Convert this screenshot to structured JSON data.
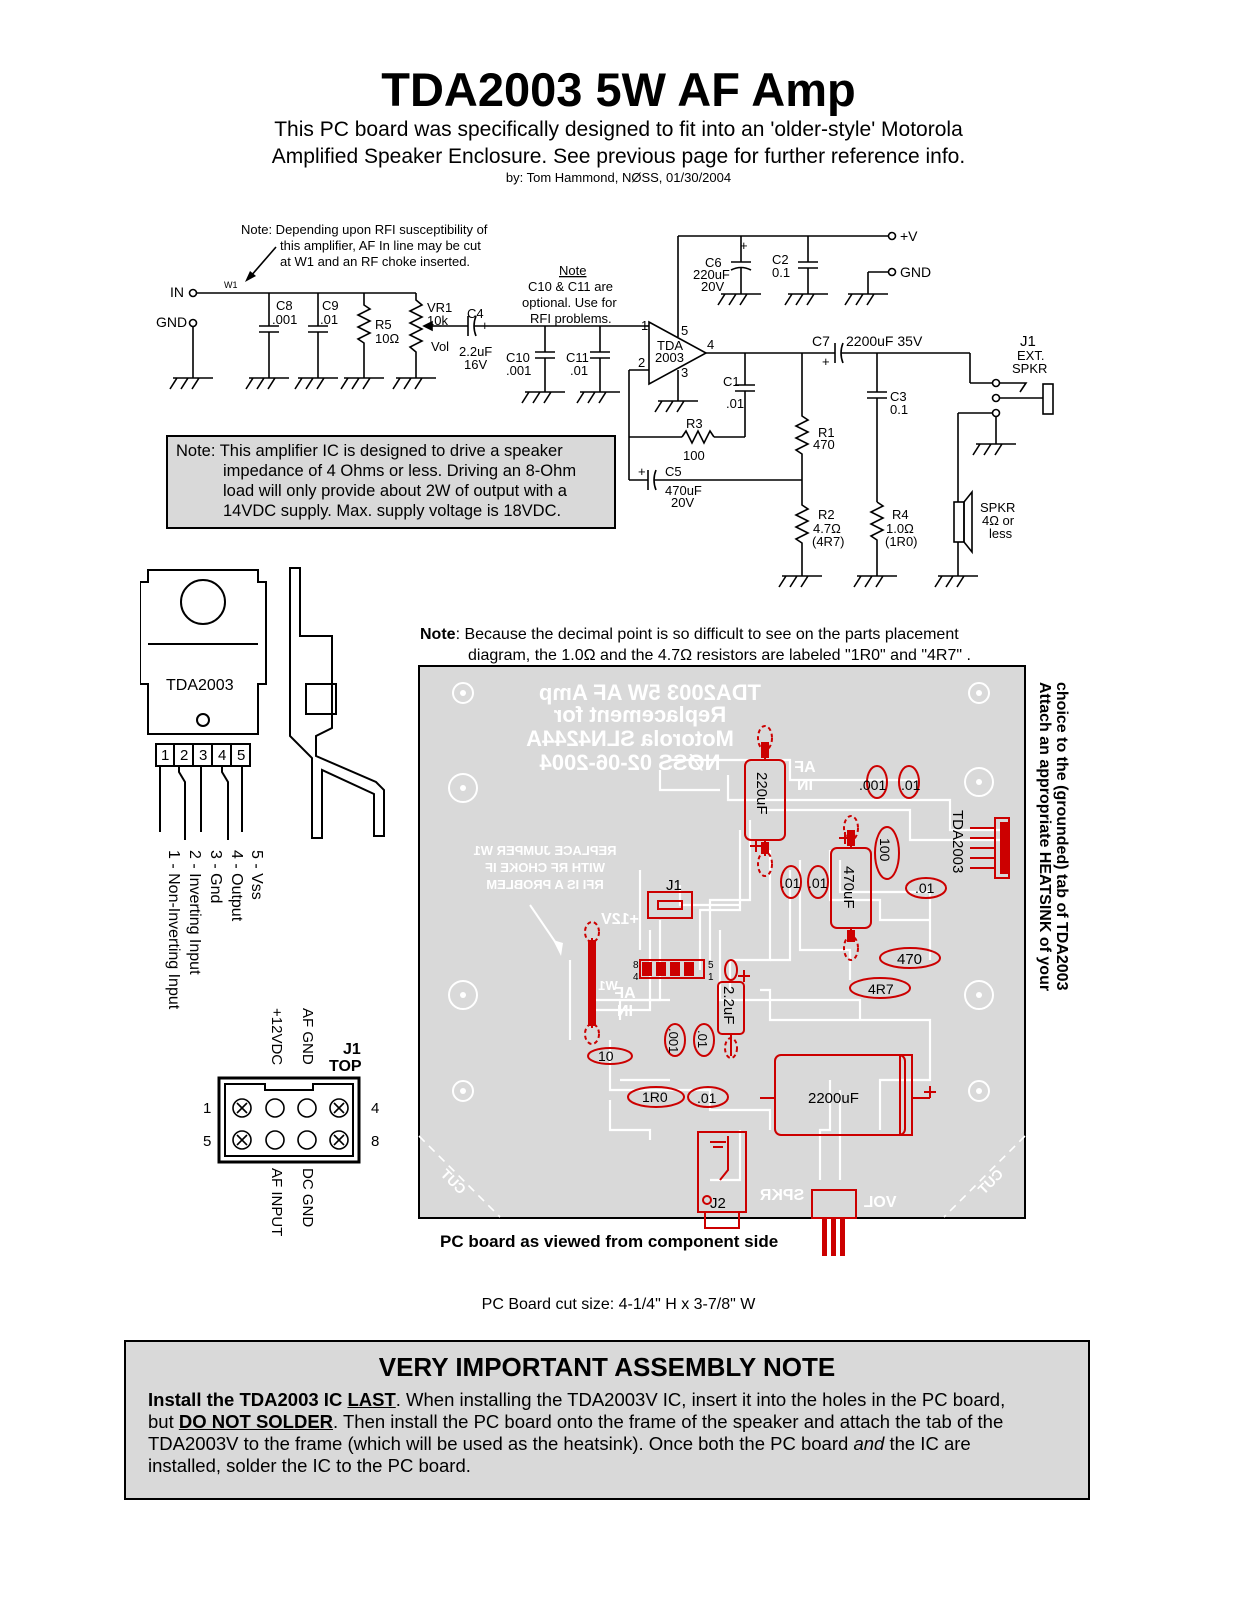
{
  "header": {
    "title": "TDA2003 5W AF Amp",
    "subtitle_line1": "This PC board was specifically designed to fit into an 'older-style'  Motorola",
    "subtitle_line2": "Amplified Speaker Enclosure. See previous page for further reference info.",
    "byline": "by: Tom Hammond, NØSS, 01/30/2004"
  },
  "schematic": {
    "rfi_note": [
      "Note: Depending upon RFI susceptibility of",
      "this amplifier, AF In line may be cut",
      "at W1 and an RF choke inserted."
    ],
    "in_label": "IN",
    "gnd_in_label": "GND",
    "w1": "W1",
    "c8": [
      "C8",
      ".001"
    ],
    "c9": [
      "C9",
      ".01"
    ],
    "r5": [
      "R5",
      "10Ω"
    ],
    "vr1": [
      "VR1",
      "10k",
      "Vol"
    ],
    "c4": [
      "C4",
      "2.2uF",
      "16V"
    ],
    "opt_note": [
      "Note",
      "C10 & C11 are",
      "optional. Use for",
      "RFI problems."
    ],
    "c10": [
      "C10",
      ".001"
    ],
    "c11": [
      "C11",
      ".01"
    ],
    "ic": [
      "TDA",
      "2003"
    ],
    "pins": [
      "1",
      "2",
      "3",
      "4",
      "5"
    ],
    "c6": [
      "C6",
      "220uF",
      "20V"
    ],
    "c2": [
      "C2",
      "0.1"
    ],
    "plus_v": "+V",
    "gnd_out": "GND",
    "c7": [
      "C7",
      "2200uF 35V"
    ],
    "c1": [
      "C1",
      ".01"
    ],
    "r3": [
      "R3",
      "100"
    ],
    "c5": [
      "C5",
      "470uF",
      "20V"
    ],
    "r1": [
      "R1",
      "470"
    ],
    "r2": [
      "R2",
      "4.7Ω",
      "(4R7)"
    ],
    "c3": [
      "C3",
      "0.1"
    ],
    "r4": [
      "R4",
      "1.0Ω",
      "(1R0)"
    ],
    "j1": [
      "J1",
      "EXT.",
      "SPKR"
    ],
    "spkr": [
      "SPKR",
      "4Ω or",
      "less"
    ],
    "plus": "+"
  },
  "impedance_note": {
    "line1": "Note: This amplifier IC is designed to drive a speaker",
    "line2": "impedance of 4 Ohms or less. Driving an 8-Ohm",
    "line3": "load will only provide about 2W of output with a",
    "line4": "14VDC supply. Max. supply voltage is 18VDC."
  },
  "ic_package": {
    "label": "TDA2003",
    "pin_numbers": [
      "1",
      "2",
      "3",
      "4",
      "5"
    ],
    "pin_functions": [
      "5 - Vss",
      "4 - Output",
      "3 - Gnd",
      "2 - Inverting Input",
      "1 - Non-Inverting Input"
    ]
  },
  "decimal_note": {
    "bold": "Note",
    "line1": ": Because the decimal point is so difficult to see on the parts placement",
    "line2": "diagram, the 1.0Ω and the 4.7Ω resistors are labeled \"1R0\" and \"4R7\" ."
  },
  "connector_j1": {
    "title": [
      "J1",
      "TOP"
    ],
    "top_labels": [
      "+12VDC",
      "AF GND"
    ],
    "bottom_labels": [
      "AF INPUT",
      "DC GND"
    ],
    "pin_numbers": [
      "1",
      "4",
      "5",
      "8"
    ]
  },
  "pcb": {
    "mirror_text": [
      "TDA2003 5W AF Amp",
      "Replacement for",
      "Motorola SLN4244A",
      "NØSS  02-06-2004"
    ],
    "jumper_note": [
      "REPLACE JUMPER W1",
      "WITH RF CHOKE IF",
      "RFI IS A PROBLEM"
    ],
    "labels": {
      "v12": "+12V",
      "af_in": [
        "AF",
        "IN"
      ],
      "af_in_top": [
        "AF",
        "IN"
      ],
      "j1": "J1",
      "j2": "J2",
      "spkr": "SPKR",
      "vol": "VOL",
      "cut": "CUT",
      "w1": "W1",
      "tda": "TDA2003",
      "pin8": "8",
      "pin4": "4",
      "pin5": "5",
      "pin1": "1"
    },
    "parts": {
      "c220": "220uF",
      "c470": "470uF",
      "c2200": "2200uF",
      "c22": "2.2uF",
      "r100": "100",
      "r470": "470",
      "r4r7": "4R7",
      "r10": "10",
      "r1r0": "1R0",
      "c001a": ".001",
      "c01a": ".01",
      "c001b": ".001",
      "c01b": ".01",
      "c01c": ".01",
      "c01d": ".01",
      "c01e": ".01",
      "c01f": ".01"
    },
    "heatsink_note": [
      "Attach an appropriate HEATSINK of your",
      "choice to the (grounded) tab of TDA2003"
    ],
    "caption": "PC board as viewed from component side",
    "cut_size": "PC Board cut size: 4-1/4\" H x 3-7/8\" W"
  },
  "assembly_note": {
    "title": "VERY IMPORTANT ASSEMBLY NOTE",
    "p1_bold": "Install the TDA2003 IC ",
    "p1_u": "LAST",
    "p1_rest": ". When installing the TDA2003V IC, insert it into the holes in the PC board,",
    "p2_pre": "but ",
    "p2_u": "DO NOT SOLDER",
    "p2_rest": ". Then install the PC board onto the frame of the speaker and attach the tab of the",
    "p3": "TDA2003V to the frame  (which will be used as the heatsink). Once both the PC board ",
    "p3_em": "and",
    "p3_rest": " the IC are",
    "p4": "installed, solder the IC to the PC board."
  },
  "colors": {
    "trace_fill": "#d9d9d9",
    "trace_edge": "#ffffff",
    "component": "#cc0000",
    "box_fill": "#d9d9d9"
  }
}
